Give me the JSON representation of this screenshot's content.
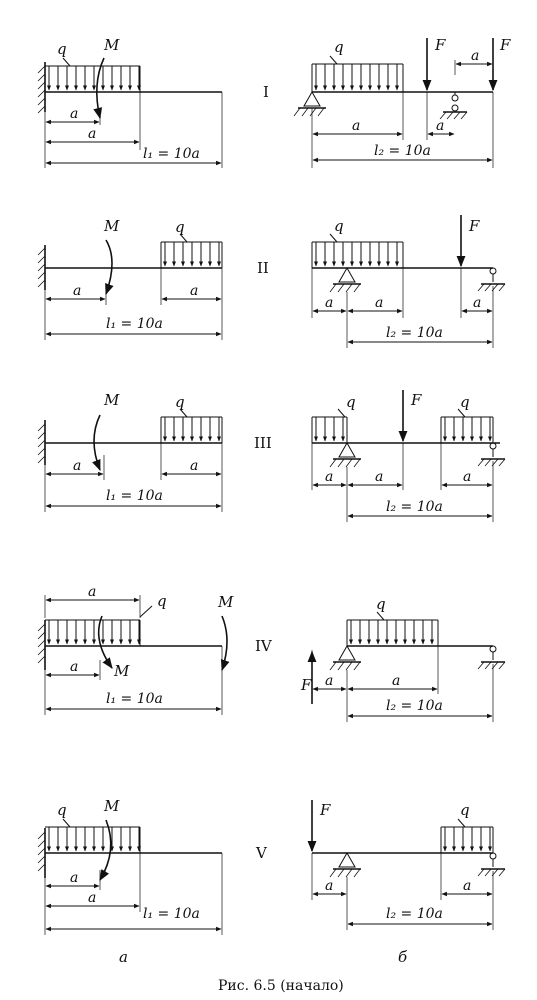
{
  "caption": "Рис. 6.5 (начало)",
  "column_labels": {
    "a": "а",
    "b": "б"
  },
  "rows": [
    {
      "numeral": "I"
    },
    {
      "numeral": "II"
    },
    {
      "numeral": "III"
    },
    {
      "numeral": "IV"
    },
    {
      "numeral": "V"
    }
  ],
  "symbols": {
    "q": "q",
    "M": "M",
    "F": "F",
    "a": "a",
    "l1": "l₁ = 10a",
    "l2": "l₂ = 10a"
  }
}
